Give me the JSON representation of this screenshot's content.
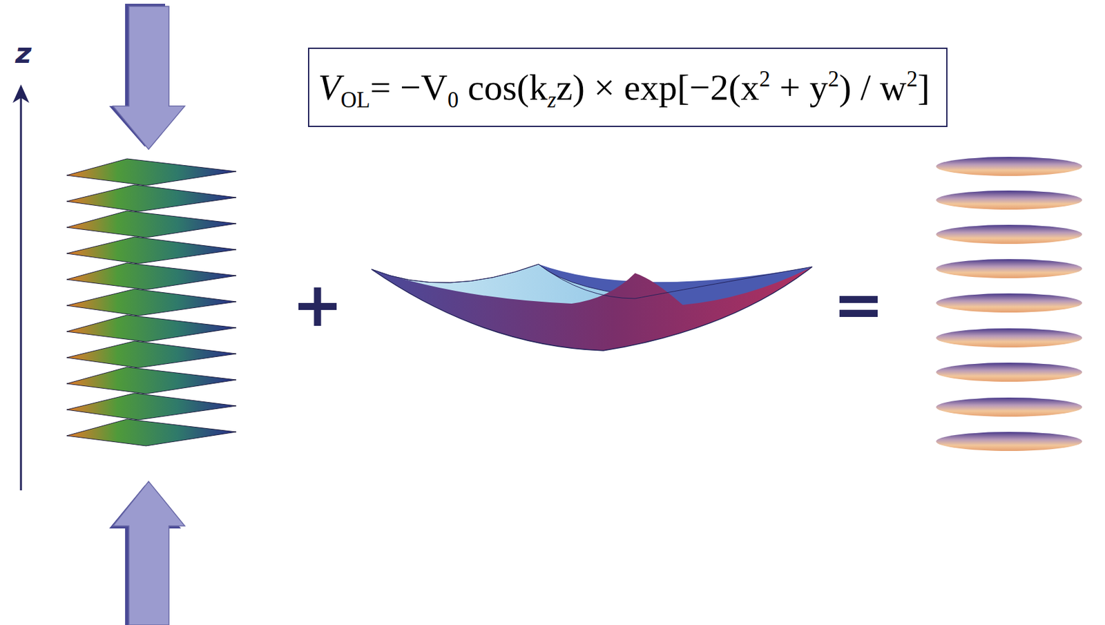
{
  "diagram": {
    "nodes": [
      {
        "text": [
          "V",
          "OL",
          "= −V",
          "0",
          " cos(k",
          "z",
          "z) × exp[−2(x",
          "2",
          " + y",
          "2",
          ") / w",
          "2",
          "]"
        ]
      }
    ],
    "labels": [
      "z",
      "+",
      "="
    ]
  }
}
